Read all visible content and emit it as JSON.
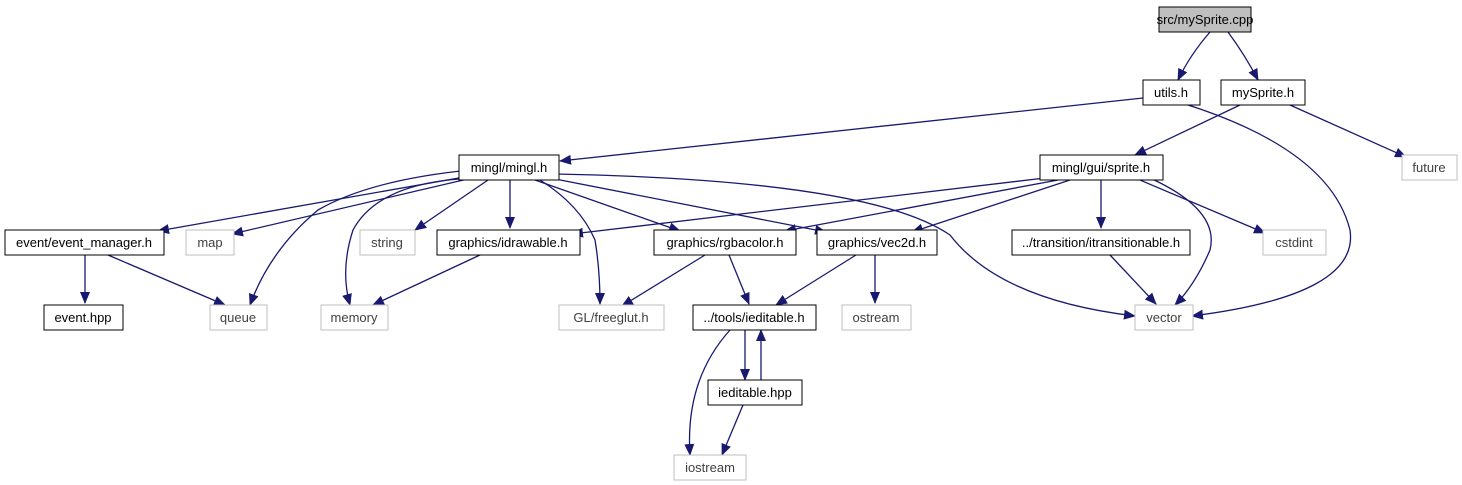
{
  "diagram": {
    "colors": {
      "edge": "#191970",
      "node_border": "#000000",
      "system_border": "#bfbfbf",
      "root_fill": "#bfbfbf",
      "node_fill": "#ffffff",
      "label": "#000000",
      "system_label": "#404040"
    },
    "nodes": {
      "root": "src/mySprite.cpp",
      "utils": "utils.h",
      "mysprite": "mySprite.h",
      "mingl": "mingl/mingl.h",
      "sprite": "mingl/gui/sprite.h",
      "future": "future",
      "event_manager": "event/event_manager.h",
      "map": "map",
      "string": "string",
      "idrawable": "graphics/idrawable.h",
      "rgbacolor": "graphics/rgbacolor.h",
      "vec2d": "graphics/vec2d.h",
      "itransitionable": "../transition/itransitionable.h",
      "cstdint": "cstdint",
      "event_hpp": "event.hpp",
      "queue": "queue",
      "memory": "memory",
      "freeglut": "GL/freeglut.h",
      "ieditable_h": "../tools/ieditable.h",
      "ostream": "ostream",
      "vector": "vector",
      "ieditable_hpp": "ieditable.hpp",
      "iostream": "iostream"
    }
  }
}
